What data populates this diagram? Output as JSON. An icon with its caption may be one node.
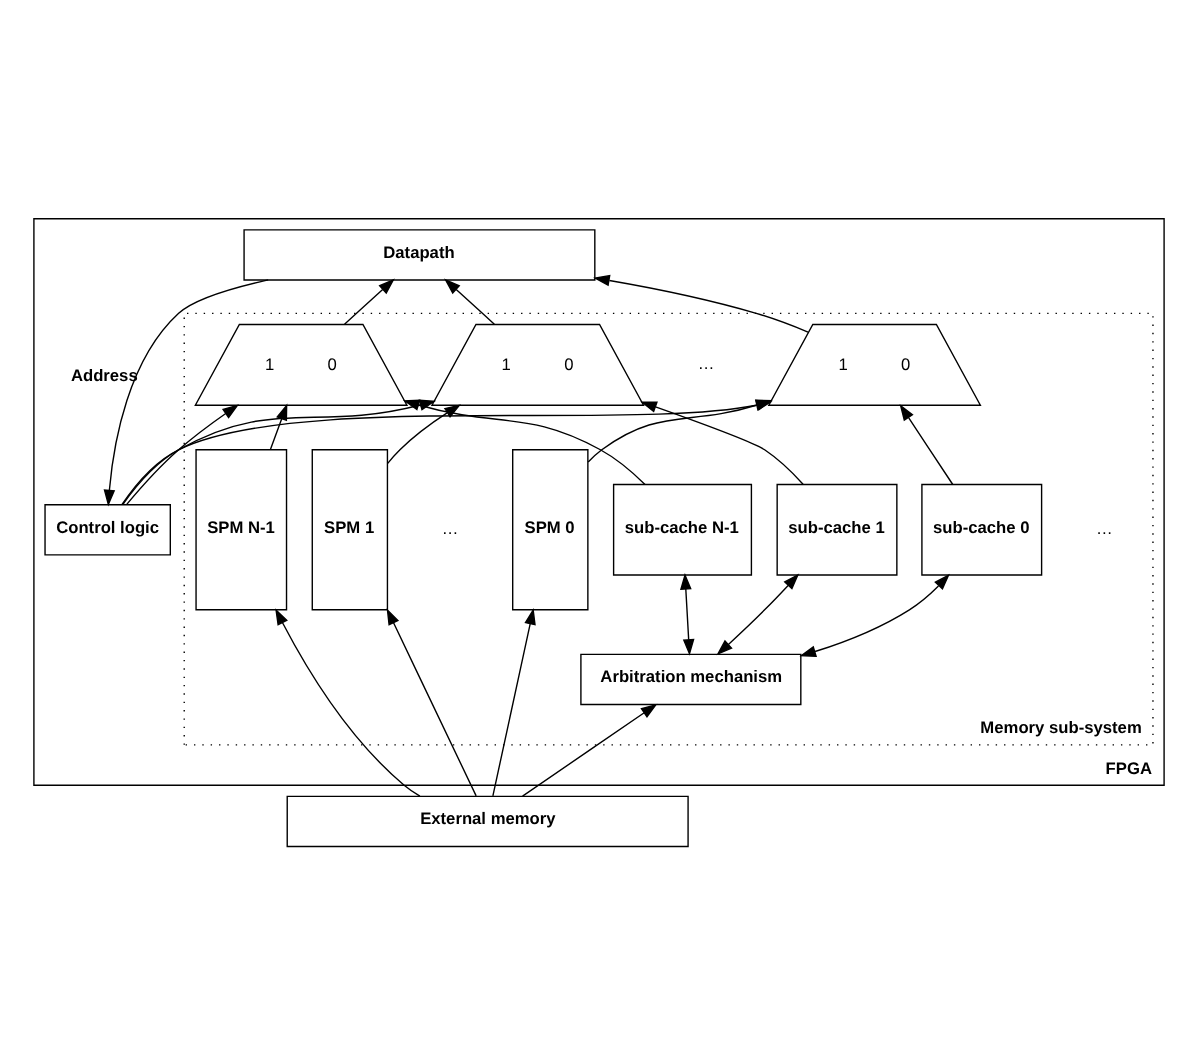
{
  "diagram": {
    "nodes": [
      {
        "text": [
          "FPGA"
        ]
      },
      {
        "text": [
          "Datapath"
        ],
        "in": 0
      },
      {
        "text": [
          "Control logic"
        ],
        "in": 0
      },
      {
        "text": [
          "Memory sub-system"
        ],
        "in": 0
      },
      {
        "text": [
          "1",
          "0"
        ],
        "in": 3
      },
      {
        "text": [
          "1",
          "0"
        ],
        "in": 3
      },
      {
        "text": [
          "1",
          "0"
        ],
        "in": 3
      },
      {
        "text": [
          "sub-cache 0"
        ],
        "in": 3
      },
      {
        "text": [
          "sub-cache 1"
        ],
        "in": 3
      },
      {
        "text": [
          "sub-cache N-1"
        ],
        "in": 3
      },
      {
        "text": [
          "SPM 0"
        ],
        "in": 3
      },
      {
        "text": [
          "SPM 1"
        ],
        "in": 3
      },
      {
        "text": [
          "SPM N-1"
        ],
        "in": 3
      },
      {
        "text": [
          "Arbitration mechanism"
        ],
        "in": 3
      },
      {
        "text": [
          "External memory"
        ]
      }
    ],
    "edges": [
      {
        "from": 1,
        "to": 2,
        "arrow": "to",
        "label": "Address"
      },
      {
        "from": 2,
        "to": 4,
        "arrow": "to"
      },
      {
        "from": 2,
        "to": 5,
        "arrow": "to"
      },
      {
        "from": 2,
        "to": 6,
        "arrow": "to"
      },
      {
        "from": 4,
        "to": 1,
        "arrow": "to"
      },
      {
        "from": 5,
        "to": 1,
        "arrow": "to"
      },
      {
        "from": 6,
        "to": 1,
        "arrow": "to"
      },
      {
        "from": 7,
        "to": 4,
        "arrow": "to"
      },
      {
        "from": 10,
        "to": 4,
        "arrow": "to"
      },
      {
        "from": 8,
        "to": 5,
        "arrow": "to"
      },
      {
        "from": 11,
        "to": 5,
        "arrow": "to"
      },
      {
        "from": 9,
        "to": 6,
        "arrow": "to"
      },
      {
        "from": 12,
        "to": 6,
        "arrow": "to"
      },
      {
        "from": 13,
        "to": 7,
        "arrow": "both"
      },
      {
        "from": 13,
        "to": 8,
        "arrow": "both"
      },
      {
        "from": 13,
        "to": 9,
        "arrow": "both"
      },
      {
        "from": 14,
        "to": 13,
        "arrow": "to"
      },
      {
        "from": 14,
        "to": 10,
        "arrow": "to"
      },
      {
        "from": 14,
        "to": 11,
        "arrow": "to"
      },
      {
        "from": 14,
        "to": 12,
        "arrow": "to"
      }
    ],
    "labels": [
      "…",
      "…",
      "…"
    ]
  }
}
